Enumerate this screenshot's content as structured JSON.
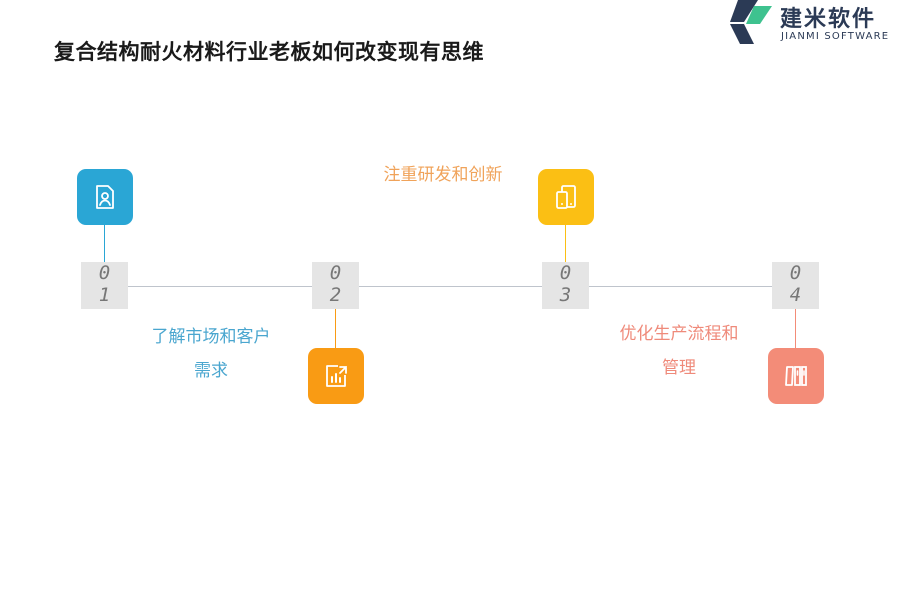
{
  "title": "复合结构耐火材料行业老板如何改变现有思维",
  "logo": {
    "name": "建米软件",
    "subtitle": "JIANMI SOFTWARE"
  },
  "steps": [
    {
      "d1": "0",
      "d2": "1",
      "label_line1": "了解市场和客户",
      "label_line2": "需求",
      "color": "#2aa6d5",
      "icon": "person-document-icon"
    },
    {
      "d1": "0",
      "d2": "2",
      "label_line1": "注重研发和创新",
      "label_line2": "",
      "color": "#f99b14",
      "icon": "bar-chart-arrow-icon"
    },
    {
      "d1": "0",
      "d2": "3",
      "label_line1": "",
      "label_line2": "",
      "color": "#fbbf14",
      "icon": "devices-icon"
    },
    {
      "d1": "0",
      "d2": "4",
      "label_line1": "优化生产流程和",
      "label_line2": "管理",
      "color": "#f38c78",
      "icon": "columns-icon"
    }
  ],
  "label_colors": {
    "step1": "#4aa6cf",
    "step2": "#f0a35a",
    "step4": "#ef8a7a"
  }
}
